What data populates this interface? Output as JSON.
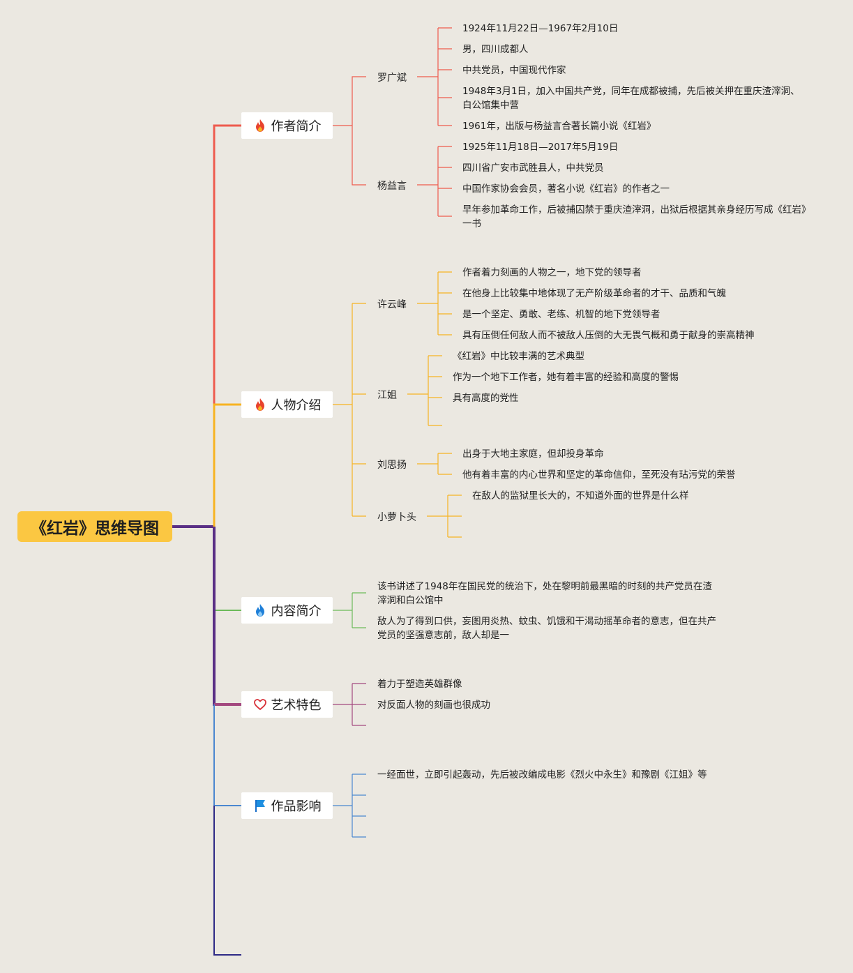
{
  "root": {
    "title": "《红岩》思维导图"
  },
  "branches": [
    {
      "label": "作者简介",
      "icon": "fire-icon",
      "color": "#ee5b4e",
      "children": [
        {
          "label": "罗广斌",
          "leaves": [
            "1924年11月22日—1967年2月10日",
            "男，四川成都人",
            "中共党员，中国现代作家",
            "1948年3月1日，加入中国共产党，同年在成都被捕，先后被关押在重庆渣滓洞、白公馆集中营",
            "1961年，出版与杨益言合著长篇小说《红岩》"
          ]
        },
        {
          "label": "杨益言",
          "leaves": [
            "1925年11月18日—2017年5月19日",
            "四川省广安市武胜县人，中共党员",
            "中国作家协会会员，著名小说《红岩》的作者之一",
            "早年参加革命工作，后被捕囚禁于重庆渣滓洞，出狱后根据其亲身经历写成《红岩》一书"
          ]
        }
      ]
    },
    {
      "label": "人物介绍",
      "icon": "fire-icon",
      "color": "#f7b322",
      "children": [
        {
          "label": "许云峰",
          "leaves": [
            "作者着力刻画的人物之一，地下党的领导者",
            "在他身上比较集中地体现了无产阶级革命者的才干、品质和气魄",
            "是一个坚定、勇敢、老练、机智的地下党领导者",
            "具有压倒任何敌人而不被敌人压倒的大无畏气概和勇于献身的崇高精神"
          ]
        },
        {
          "label": "江姐",
          "leaves": [
            "《红岩》中比较丰满的艺术典型",
            "作为一个地下工作者，她有着丰富的经验和高度的警惕",
            "具有高度的党性"
          ]
        },
        {
          "label": "刘思扬",
          "leaves": [
            "出身于大地主家庭，但却投身革命",
            "他有着丰富的内心世界和坚定的革命信仰，至死没有玷污党的荣誉"
          ]
        },
        {
          "label": "小萝卜头",
          "leaves": [
            "在敌人的监狱里长大的，不知道外面的世界是什么样"
          ]
        }
      ]
    },
    {
      "label": "内容简介",
      "icon": "fire-blue-icon",
      "color": "#6cba5a",
      "leaves": [
        "该书讲述了1948年在国民党的统治下，处在黎明前最黑暗的时刻的共产党员在渣滓洞和白公馆中",
        "敌人为了得到口供，妄图用炎热、蚊虫、饥饿和干渴动摇革命者的意志，但在共产党员的坚强意志前，敌人却是一"
      ]
    },
    {
      "label": "艺术特色",
      "icon": "heart-icon",
      "color": "#a3487f",
      "leaves": [
        "着力于塑造英雄群像",
        "对反面人物的刻画也很成功"
      ]
    },
    {
      "label": "作品影响",
      "icon": "flag-icon",
      "color": "#4a87d0",
      "leaves": [
        "一经面世，立即引起轰动，先后被改编成电影《烈火中永生》和豫剧《江姐》等"
      ]
    }
  ],
  "colors": {
    "background": "#ebe8e1",
    "root": "#fbc742",
    "trunk": "#5a2f85",
    "trunk_bottom": "#2e2a86"
  }
}
